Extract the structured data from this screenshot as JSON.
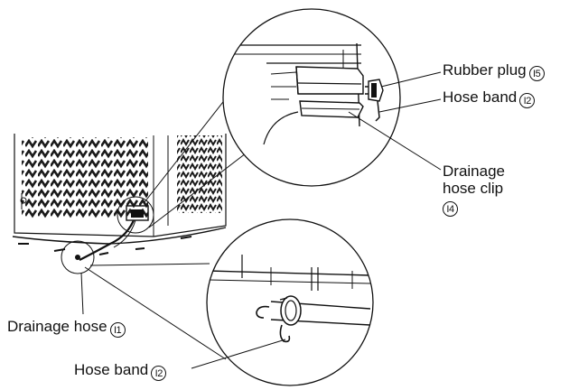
{
  "labels": {
    "rubber_plug": {
      "text": "Rubber plug",
      "num": "I5"
    },
    "hose_band_top": {
      "text": "Hose band",
      "num": "I2"
    },
    "drainage_clip": {
      "line1": "Drainage",
      "line2": "hose clip",
      "num": "I4"
    },
    "drainage_hose": {
      "text": "Drainage hose",
      "num": "I1"
    },
    "hose_band_bottom": {
      "text": "Hose band",
      "num": "I2"
    }
  },
  "colors": {
    "ink": "#111111",
    "paper": "#ffffff",
    "hatch": "#1a1a1a"
  }
}
